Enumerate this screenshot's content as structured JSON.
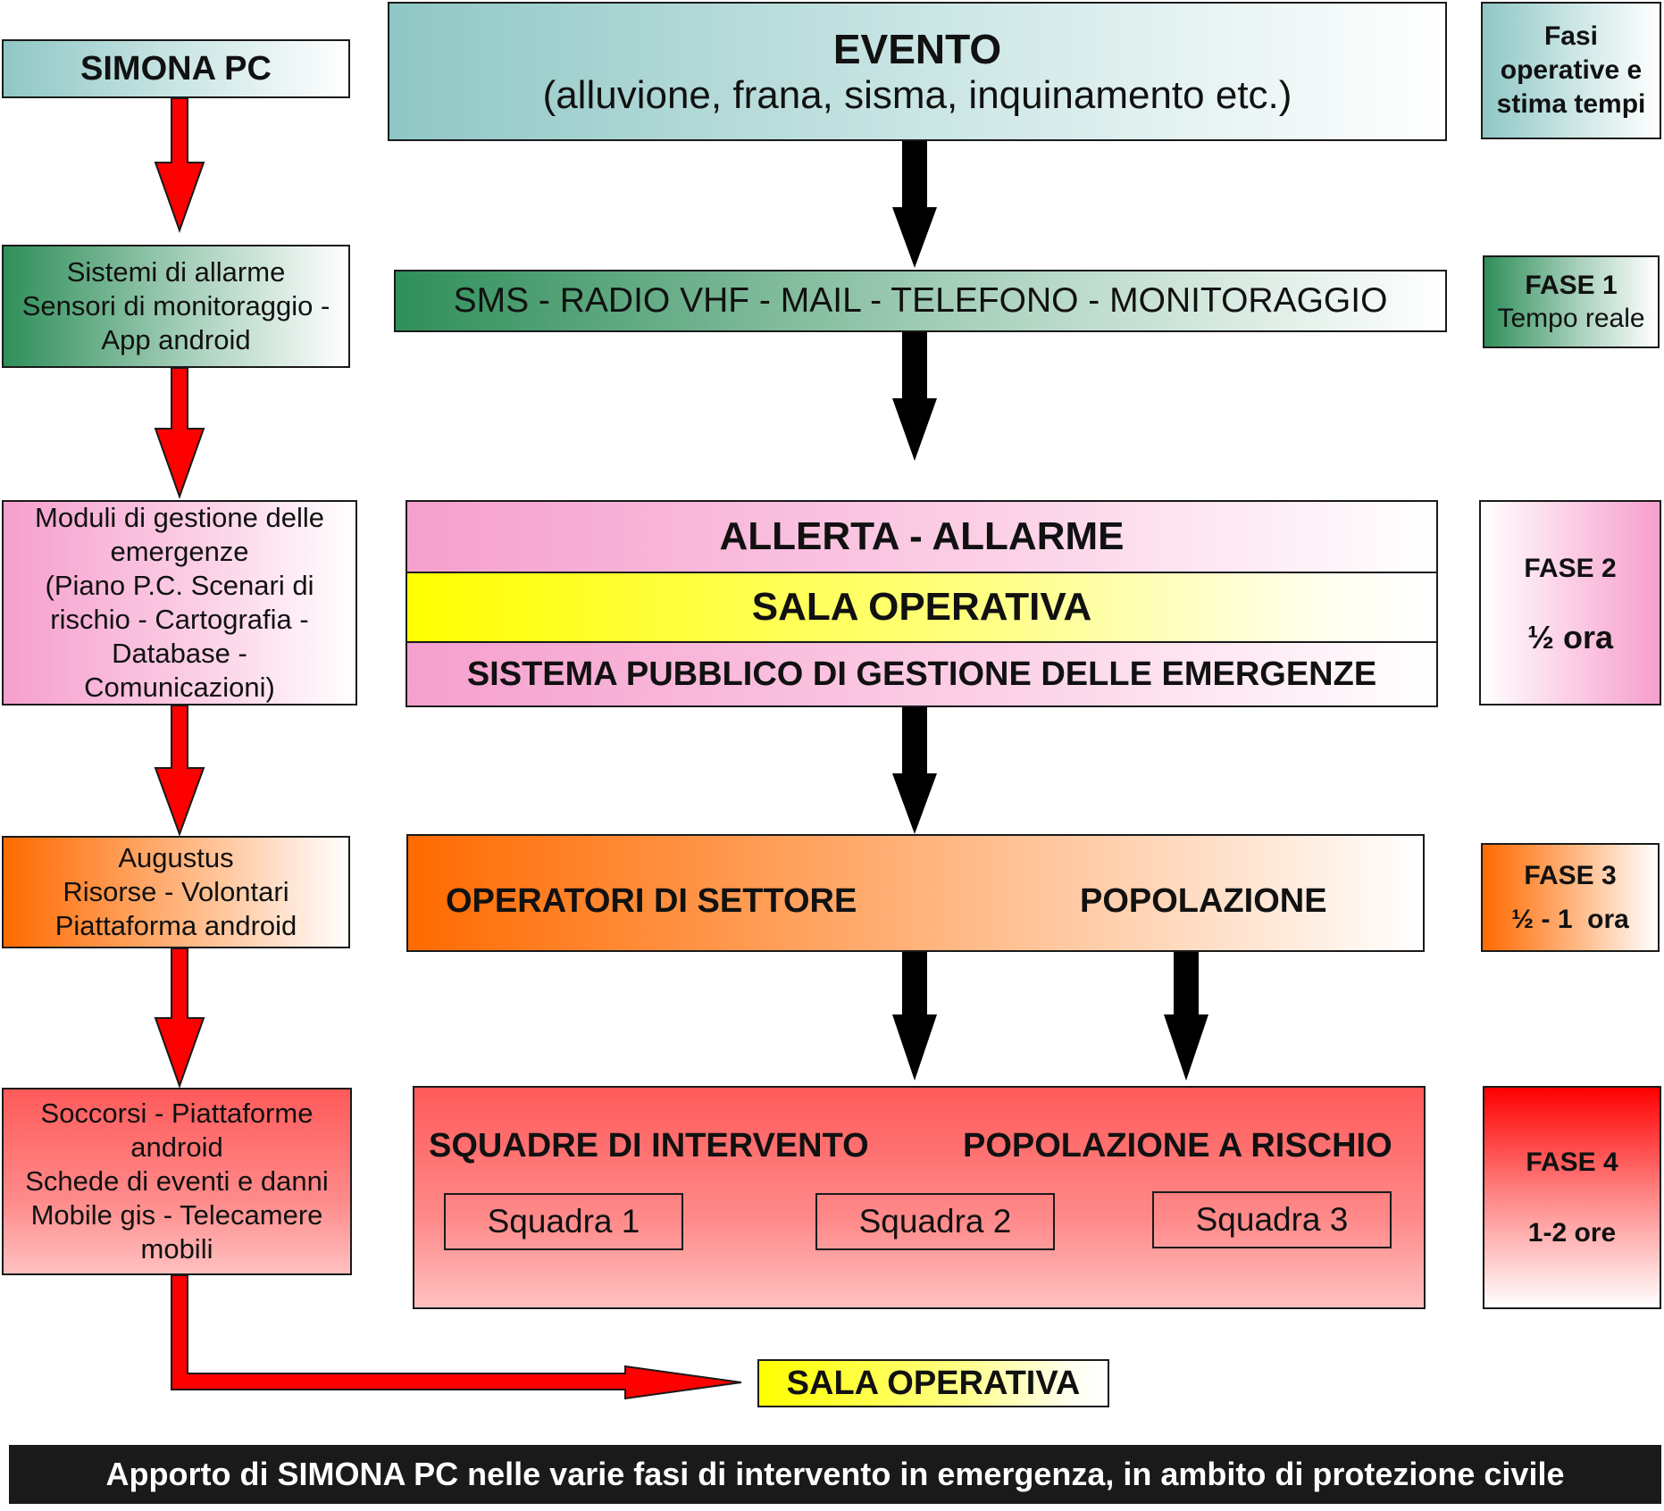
{
  "left_column": {
    "header": "SIMONA PC",
    "item1": "Sistemi di allarme\nSensori di monitoraggio -\nApp android",
    "item2": "Moduli di gestione delle\nemergenze\n(Piano P.C. Scenari di\nrischio - Cartografia -\nDatabase -\nComunicazioni)",
    "item3": "Augustus\nRisorse - Volontari\nPiattaforma android",
    "item4": "Soccorsi  - Piattaforme\nandroid\nSchede di eventi e danni\nMobile gis - Telecamere\nmobili"
  },
  "center_column": {
    "evento_title": "EVENTO",
    "evento_subtitle": "(alluvione, frana, sisma, inquinamento etc.)",
    "comms": "SMS - RADIO VHF - MAIL - TELEFONO - MONITORAGGIO",
    "allerta": "ALLERTA - ALLARME",
    "sala_operativa": "SALA OPERATIVA",
    "sistema_pubblico": "SISTEMA PUBBLICO DI GESTIONE DELLE EMERGENZE",
    "operatori": "OPERATORI DI SETTORE",
    "popolazione": "POPOLAZIONE",
    "squadre": "SQUADRE DI INTERVENTO",
    "popolazione_rischio": "POPOLAZIONE A RISCHIO",
    "teams": [
      "Squadra 1",
      "Squadra 2",
      "Squadra 3"
    ],
    "sala_operativa_final": "SALA OPERATIVA"
  },
  "right_column": {
    "header": "Fasi operative e stima tempi",
    "fase1_title": "FASE 1",
    "fase1_time": "Tempo reale",
    "fase2_title": "FASE 2",
    "fase2_time": "½ ora",
    "fase3_title": "FASE 3",
    "fase3_time": "½ - 1  ora",
    "fase4_title": "FASE 4",
    "fase4_time": "1-2 ore"
  },
  "footer": "Apporto di SIMONA PC nelle varie fasi di intervento in emergenza, in ambito di protezione civile",
  "colors": {
    "red_arrow": "#ff0000",
    "black_arrow": "#000000",
    "teal": "#8fc7c5",
    "green": "#2f8f5a",
    "pink": "#f59fcd",
    "yellow": "#ffff00",
    "orange": "#ff6a00",
    "red": "#ff5a5a"
  }
}
